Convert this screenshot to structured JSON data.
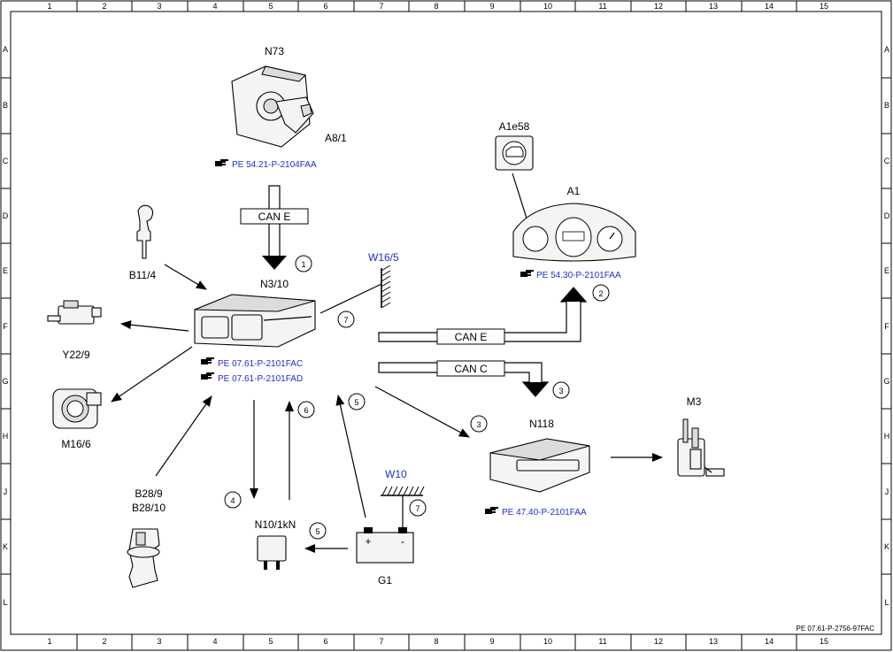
{
  "frame": {
    "col_labels": [
      "1",
      "2",
      "3",
      "4",
      "5",
      "6",
      "7",
      "8",
      "9",
      "10",
      "11",
      "12",
      "13",
      "14",
      "15"
    ],
    "row_labels": [
      "A",
      "B",
      "C",
      "D",
      "E",
      "F",
      "G",
      "H",
      "J",
      "K",
      "L"
    ],
    "doc_code": "PE 07.61-P-2756-97FAC"
  },
  "components": {
    "n73": "N73",
    "a8_1": "A8/1",
    "a1e58": "A1e58",
    "a1": "A1",
    "b11_4": "B11/4",
    "n3_10": "N3/10",
    "w16_5": "W16/5",
    "y22_9": "Y22/9",
    "m16_6": "M16/6",
    "b28_9": "B28/9",
    "b28_10": "B28/10",
    "n10_1kn": "N10/1kN",
    "w10": "W10",
    "g1": "G1",
    "n118": "N118",
    "m3": "M3",
    "g1_plus": "+",
    "g1_minus": "-"
  },
  "references": {
    "ref_n73": "PE 54.21-P-2104FAA",
    "ref_a1": "PE 54.30-P-2101FAA",
    "ref_n3_10_a": "PE 07.61-P-2101FAC",
    "ref_n3_10_b": "PE 07.61-P-2101FAD",
    "ref_n118": "PE 47.40-P-2101FAA"
  },
  "buses": {
    "can_e_1": "CAN E",
    "can_e_2": "CAN E",
    "can_c": "CAN C"
  },
  "markers": {
    "m1": "1",
    "m2": "2",
    "m3a": "3",
    "m3b": "3",
    "m4": "4",
    "m5a": "5",
    "m5b": "5",
    "m6": "6",
    "m7a": "7",
    "m7b": "7"
  },
  "icons": {
    "reference": "pointing-hand-icon",
    "ground": "ground-hatch-icon"
  }
}
